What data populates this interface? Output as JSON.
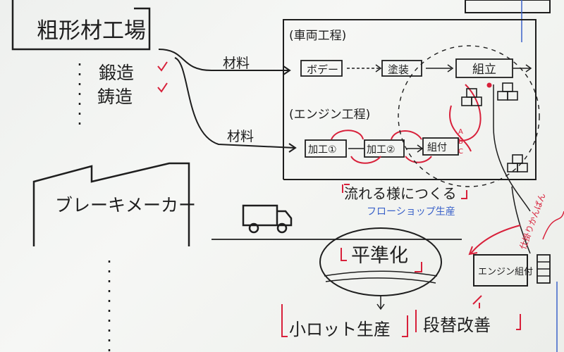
{
  "labels": {
    "forge_factory": "粗形材工場",
    "forging": "鍛造",
    "casting": "鋳造",
    "brake_maker": "ブレーキメーカー",
    "vehicle_process": "(車両工程)",
    "engine_process": "(エンジン工程)",
    "body": "ボデー",
    "painting": "塗装",
    "assembly": "組立",
    "machining1": "加工①",
    "machining2": "加工②",
    "engine_assembly": "組付",
    "material_top": "材料",
    "material_bottom": "材料",
    "flow_make": "流れる様につくる",
    "flow_shop": "フローショップ生産",
    "leveling": "平準化",
    "small_lot": "小ロット生産",
    "changeover": "段替改善",
    "engine_assy_box": "エンジン組付",
    "right_vertical": "仕掛りかんばん",
    "a_mark": "A",
    "b_mark": "B",
    "c_mark": "C"
  },
  "colors": {
    "ink": "#1e1e1e",
    "red": "#d8203a",
    "blue": "#3b62c9",
    "board": "#f2f3f1"
  },
  "icons": [
    "factory-icon",
    "truck-icon",
    "parts-box-icon"
  ]
}
